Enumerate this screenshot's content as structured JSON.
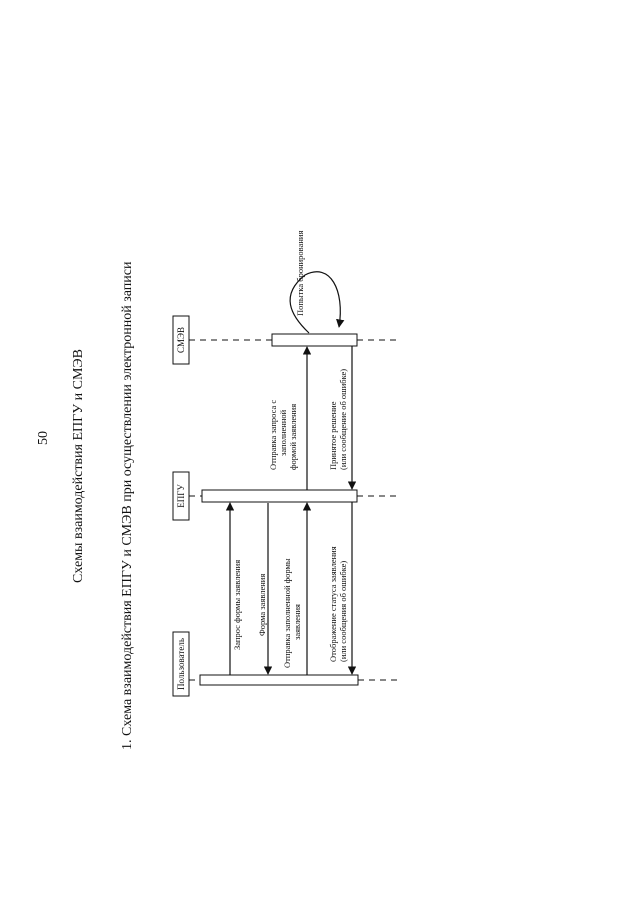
{
  "page_number": "50",
  "heading": "Схемы взаимодействия ЕПГУ и СМЭВ",
  "section_title": "1.  Схема взаимодействия ЕПГУ и СМЭВ при осуществлении электронной записи",
  "actors": {
    "user": "Пользователь",
    "epgu": "ЕПГУ",
    "smev": "СМЭВ"
  },
  "messages": {
    "request_form": "Запрос формы заявления",
    "form": "Форма заявления",
    "send_filled_form": [
      "Отправка заполненной формы",
      "заявления"
    ],
    "send_request": [
      "Отправка запроса с",
      "заполненной",
      "формой заявления"
    ],
    "booking_attempt": "Попытка бронирования",
    "decision": [
      "Принятое решение",
      "(или сообщение об ошибке)"
    ],
    "display_status": [
      "Отображение статуса заявления",
      "(или сообщения об ошибке)"
    ]
  }
}
